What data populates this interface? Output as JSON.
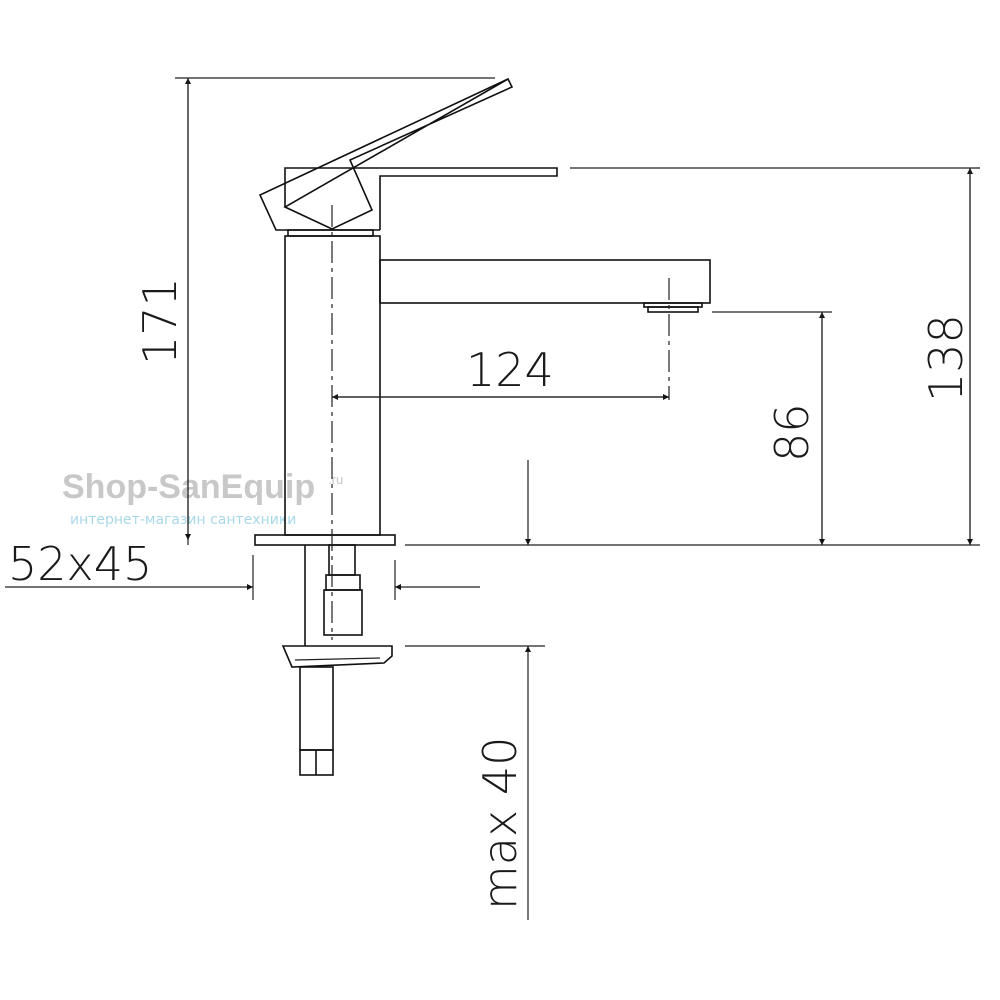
{
  "drawing": {
    "title": "Faucet dimension drawing",
    "dimensions": {
      "overall_height": "171",
      "spout_height_total": "138",
      "spout_reach": "124",
      "spout_clearance": "86",
      "base_size": "52x45",
      "max_counter_thickness": "max 40"
    }
  },
  "watermark": {
    "brand": "Shop-SanEquip",
    "tld": ".ru",
    "tagline": "интернет-магазин сантехники"
  }
}
